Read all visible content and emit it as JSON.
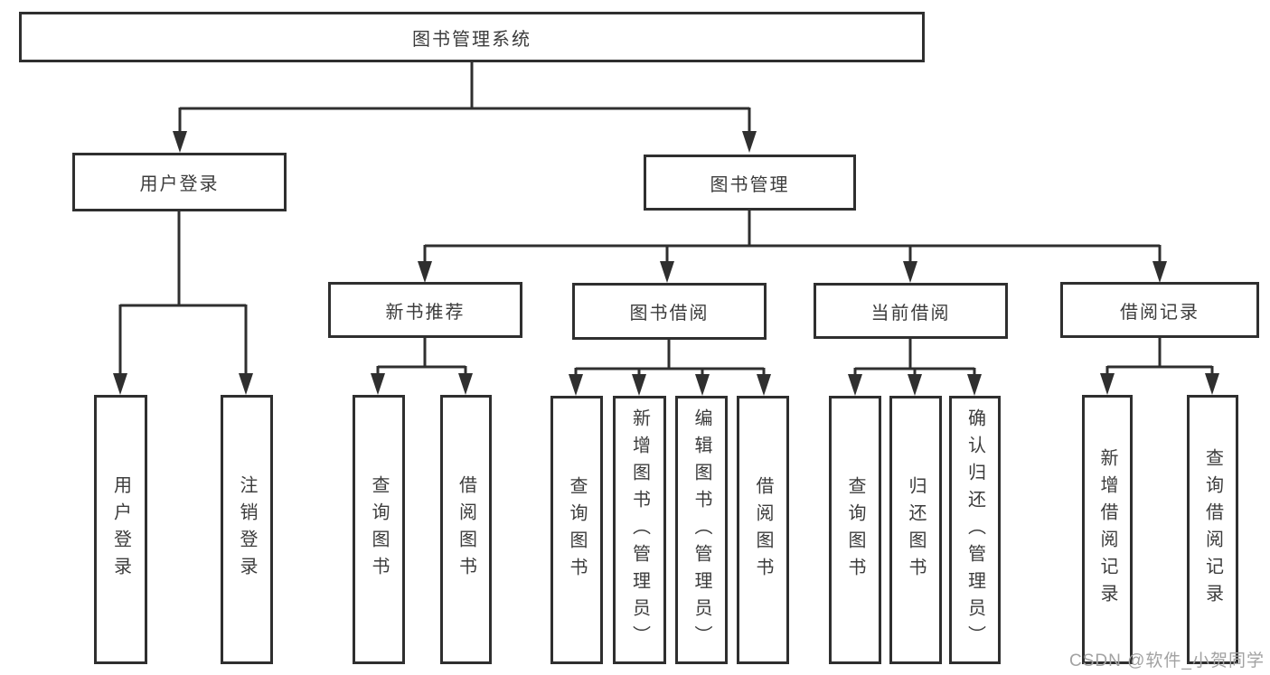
{
  "diagram": {
    "type": "hierarchy",
    "nodes": {
      "root": "图书管理系统",
      "user_login": "用户登录",
      "book_management": "图书管理",
      "user_login_action": "用户登录",
      "logout_action": "注销登录",
      "new_book_recommend": "新书推荐",
      "book_borrow": "图书借阅",
      "current_borrow": "当前借阅",
      "borrow_record": "借阅记录",
      "nbr_query_book": "查询图书",
      "nbr_borrow_book": "借阅图书",
      "bb_query_book": "查询图书",
      "bb_add_book": "新增图书（管理员）",
      "bb_edit_book": "编辑图书（管理员）",
      "bb_borrow_book": "借阅图书",
      "cb_query_book": "查询图书",
      "cb_return_book": "归还图书",
      "cb_confirm_return": "确认归还（管理员）",
      "br_add_record": "新增借阅记录",
      "br_query_record": "查询借阅记录"
    },
    "edges": [
      [
        "root",
        "user_login"
      ],
      [
        "root",
        "book_management"
      ],
      [
        "user_login",
        "user_login_action"
      ],
      [
        "user_login",
        "logout_action"
      ],
      [
        "book_management",
        "new_book_recommend"
      ],
      [
        "book_management",
        "book_borrow"
      ],
      [
        "book_management",
        "current_borrow"
      ],
      [
        "book_management",
        "borrow_record"
      ],
      [
        "new_book_recommend",
        "nbr_query_book"
      ],
      [
        "new_book_recommend",
        "nbr_borrow_book"
      ],
      [
        "book_borrow",
        "bb_query_book"
      ],
      [
        "book_borrow",
        "bb_add_book"
      ],
      [
        "book_borrow",
        "bb_edit_book"
      ],
      [
        "book_borrow",
        "bb_borrow_book"
      ],
      [
        "current_borrow",
        "cb_query_book"
      ],
      [
        "current_borrow",
        "cb_return_book"
      ],
      [
        "current_borrow",
        "cb_confirm_return"
      ],
      [
        "borrow_record",
        "br_add_record"
      ],
      [
        "borrow_record",
        "br_query_record"
      ]
    ],
    "colors": {
      "line": "#2f2f2f",
      "text": "#3c3c3c",
      "box_fill": "#ffffff",
      "watermark": "#a2a2a2",
      "background": "#ffffff"
    }
  },
  "watermark": "CSDN @软件_小贺同学"
}
